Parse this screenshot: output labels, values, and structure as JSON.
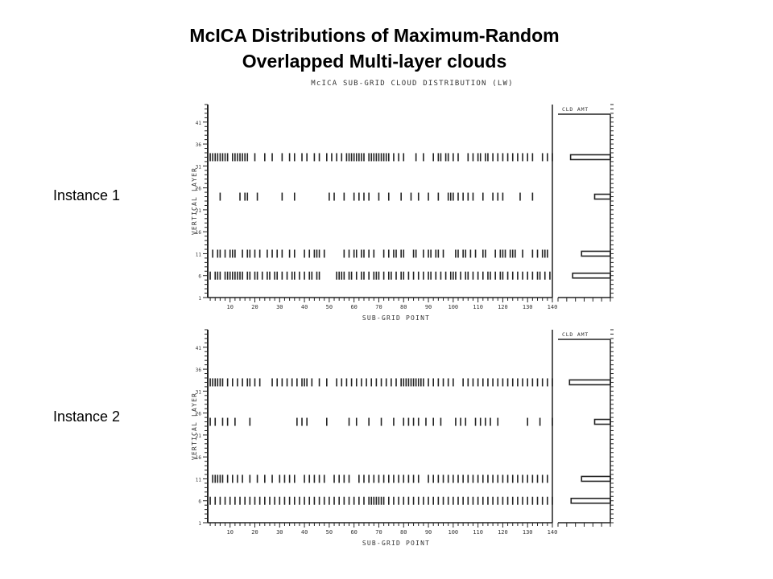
{
  "title": {
    "line1": "McICA Distributions of Maximum-Random",
    "line2": "Overlapped Multi-layer clouds"
  },
  "colors": {
    "ink": "#222222",
    "background": "#ffffff"
  },
  "chart_data": [
    {
      "type": "scatter",
      "panel_label": "Instance 1",
      "title": "McICA SUB-GRID CLOUD DISTRIBUTION (LW)",
      "xlabel": "SUB-GRID POINT",
      "ylabel": "VERTICAL LAYER",
      "xlim": [
        1,
        140
      ],
      "ylim": [
        1,
        45
      ],
      "xticks": [
        10,
        20,
        30,
        40,
        50,
        60,
        70,
        80,
        90,
        100,
        110,
        120,
        130,
        140
      ],
      "yticks": [
        1,
        6,
        11,
        16,
        21,
        26,
        31,
        36,
        41
      ],
      "side_panel_label": "CLD AMT",
      "rows": [
        {
          "layer": 6,
          "columns": [
            1,
            2,
            4,
            5,
            6,
            8,
            9,
            10,
            11,
            12,
            13,
            14,
            15,
            17,
            18,
            20,
            21,
            23,
            25,
            26,
            28,
            29,
            31,
            33,
            35,
            36,
            38,
            40,
            42,
            43,
            45,
            46,
            53,
            54,
            55,
            56,
            58,
            59,
            61,
            63,
            64,
            66,
            68,
            69,
            70,
            72,
            74,
            75,
            77,
            79,
            80,
            82,
            84,
            86,
            88,
            90,
            91,
            93,
            95,
            97,
            99,
            100,
            101,
            103,
            105,
            106,
            108,
            110,
            112,
            114,
            115,
            117,
            119,
            120,
            122,
            124,
            126,
            128,
            130,
            132,
            134,
            135,
            137,
            139
          ]
        },
        {
          "layer": 11,
          "columns": [
            3,
            5,
            6,
            8,
            10,
            11,
            12,
            15,
            17,
            18,
            20,
            22,
            25,
            27,
            29,
            31,
            34,
            36,
            40,
            42,
            44,
            45,
            46,
            48,
            56,
            58,
            60,
            61,
            63,
            64,
            66,
            68,
            72,
            74,
            76,
            77,
            79,
            80,
            84,
            85,
            88,
            90,
            91,
            93,
            94,
            96,
            101,
            102,
            104,
            105,
            107,
            109,
            112,
            113,
            117,
            119,
            120,
            121,
            123,
            124,
            125,
            128,
            132,
            134,
            136,
            137,
            138
          ]
        },
        {
          "layer": 24,
          "columns": [
            6,
            14,
            16,
            17,
            21,
            31,
            36,
            50,
            52,
            56,
            60,
            62,
            64,
            66,
            70,
            74,
            79,
            83,
            86,
            90,
            94,
            98,
            99,
            100,
            102,
            104,
            106,
            108,
            112,
            116,
            118,
            120,
            127,
            132
          ]
        },
        {
          "layer": 33,
          "columns": [
            2,
            3,
            4,
            5,
            6,
            7,
            8,
            9,
            11,
            12,
            13,
            14,
            15,
            16,
            17,
            20,
            24,
            27,
            31,
            34,
            36,
            39,
            41,
            44,
            46,
            49,
            51,
            53,
            55,
            57,
            58,
            59,
            60,
            61,
            62,
            63,
            64,
            66,
            67,
            68,
            69,
            70,
            71,
            72,
            73,
            74,
            76,
            78,
            80,
            85,
            88,
            92,
            94,
            95,
            97,
            98,
            100,
            102,
            106,
            108,
            110,
            111,
            113,
            114,
            116,
            118,
            120,
            122,
            124,
            126,
            128,
            130,
            132,
            136,
            138,
            140
          ]
        }
      ],
      "cloud_amount": [
        {
          "layer": 6,
          "fraction": 0.72
        },
        {
          "layer": 11,
          "fraction": 0.55
        },
        {
          "layer": 24,
          "fraction": 0.3
        },
        {
          "layer": 33,
          "fraction": 0.76
        }
      ]
    },
    {
      "type": "scatter",
      "panel_label": "Instance 2",
      "title": "",
      "xlabel": "SUB-GRID POINT",
      "ylabel": "VERTICAL LAYER",
      "xlim": [
        1,
        140
      ],
      "ylim": [
        1,
        45
      ],
      "xticks": [
        10,
        20,
        30,
        40,
        50,
        60,
        70,
        80,
        90,
        100,
        110,
        120,
        130,
        140
      ],
      "yticks": [
        1,
        6,
        11,
        16,
        21,
        26,
        31,
        36,
        41
      ],
      "side_panel_label": "CLD AMT",
      "rows": [
        {
          "layer": 6,
          "columns": [
            2,
            4,
            6,
            8,
            10,
            12,
            14,
            16,
            18,
            20,
            22,
            24,
            26,
            28,
            30,
            32,
            34,
            36,
            38,
            40,
            42,
            44,
            46,
            48,
            50,
            52,
            54,
            56,
            58,
            60,
            62,
            64,
            66,
            67,
            68,
            69,
            70,
            71,
            72,
            74,
            76,
            78,
            80,
            82,
            84,
            86,
            88,
            90,
            92,
            94,
            96,
            98,
            100,
            102,
            104,
            106,
            108,
            110,
            112,
            114,
            116,
            118,
            120,
            122,
            124,
            126,
            128,
            130,
            132,
            134,
            136,
            138,
            140
          ]
        },
        {
          "layer": 11,
          "columns": [
            3,
            4,
            5,
            6,
            7,
            9,
            11,
            13,
            15,
            18,
            21,
            24,
            27,
            30,
            32,
            34,
            36,
            40,
            42,
            44,
            46,
            48,
            52,
            54,
            56,
            58,
            62,
            64,
            66,
            68,
            70,
            72,
            74,
            76,
            78,
            80,
            82,
            84,
            86,
            90,
            92,
            94,
            96,
            98,
            100,
            102,
            104,
            106,
            108,
            110,
            112,
            114,
            116,
            118,
            120,
            122,
            124,
            126,
            128,
            130,
            132,
            134,
            136,
            138
          ]
        },
        {
          "layer": 24,
          "columns": [
            2,
            4,
            7,
            9,
            12,
            18,
            37,
            39,
            41,
            49,
            58,
            61,
            66,
            71,
            76,
            80,
            82,
            84,
            86,
            89,
            92,
            95,
            101,
            103,
            105,
            109,
            111,
            113,
            115,
            118,
            130,
            135,
            140
          ]
        },
        {
          "layer": 33,
          "columns": [
            2,
            3,
            4,
            5,
            6,
            7,
            9,
            11,
            13,
            15,
            17,
            18,
            20,
            22,
            27,
            29,
            31,
            33,
            35,
            37,
            39,
            40,
            41,
            43,
            46,
            49,
            53,
            55,
            57,
            59,
            61,
            63,
            65,
            67,
            69,
            71,
            73,
            75,
            77,
            79,
            80,
            81,
            82,
            83,
            84,
            85,
            86,
            87,
            88,
            90,
            92,
            94,
            96,
            98,
            100,
            104,
            106,
            108,
            110,
            112,
            114,
            116,
            118,
            120,
            122,
            124,
            126,
            128,
            130,
            132,
            134,
            136,
            138,
            140
          ]
        }
      ],
      "cloud_amount": [
        {
          "layer": 6,
          "fraction": 0.75
        },
        {
          "layer": 11,
          "fraction": 0.55
        },
        {
          "layer": 24,
          "fraction": 0.3
        },
        {
          "layer": 33,
          "fraction": 0.78
        }
      ]
    }
  ]
}
